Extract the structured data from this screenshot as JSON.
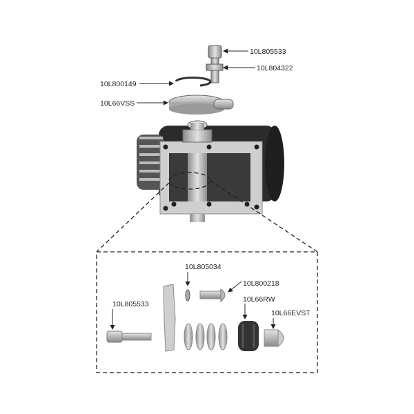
{
  "diagram": {
    "title": "Valve exploded parts diagram",
    "upper_parts": [
      {
        "part_number": "10L805533"
      },
      {
        "part_number": "10L804322"
      },
      {
        "part_number": "10L800149"
      },
      {
        "part_number": "10L66VSS"
      }
    ],
    "detail_parts": [
      {
        "part_number": "10L805034"
      },
      {
        "part_number": "10L800218"
      },
      {
        "part_number": "10L805533"
      },
      {
        "part_number": "10L66RW"
      },
      {
        "part_number": "10L66EVST"
      }
    ]
  },
  "colors": {
    "body_dark": "#2a2a2a",
    "part_gray": "#b8b8b8",
    "flange": "#c9c9c9",
    "text": "#222222"
  }
}
